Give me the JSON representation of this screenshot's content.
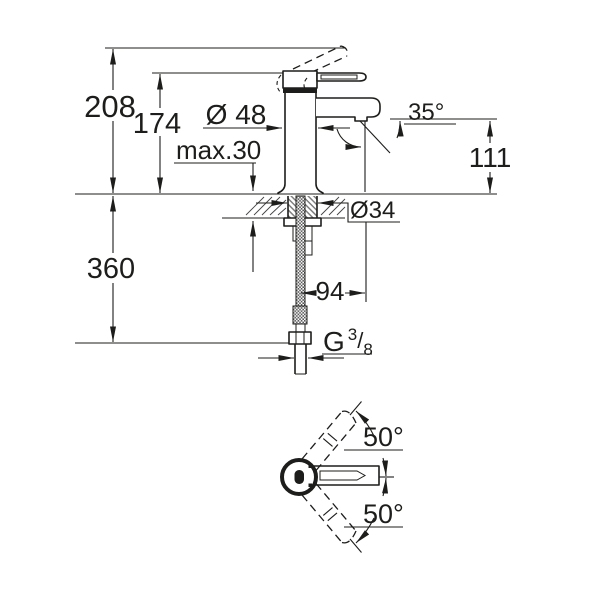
{
  "meta": {
    "description": "Technical dimension drawing of a single-lever basin mixer faucet: side elevation with installation dimensions and a top view of the lever swivel range",
    "background_color": "#ffffff",
    "line_color": "#1d1d1b"
  },
  "dims": {
    "total_height": "208",
    "lever_height": "174",
    "body_diameter": "Ø 48",
    "deck_thickness": "max.30",
    "spout_angle": "35°",
    "outlet_height": "111",
    "hole_diameter": "Ø34",
    "install_depth": "360",
    "projection": "94",
    "swing_up": "50°",
    "swing_down": "50°",
    "thread": {
      "g": "G",
      "num": "3",
      "slash": "/",
      "den": "8"
    }
  }
}
